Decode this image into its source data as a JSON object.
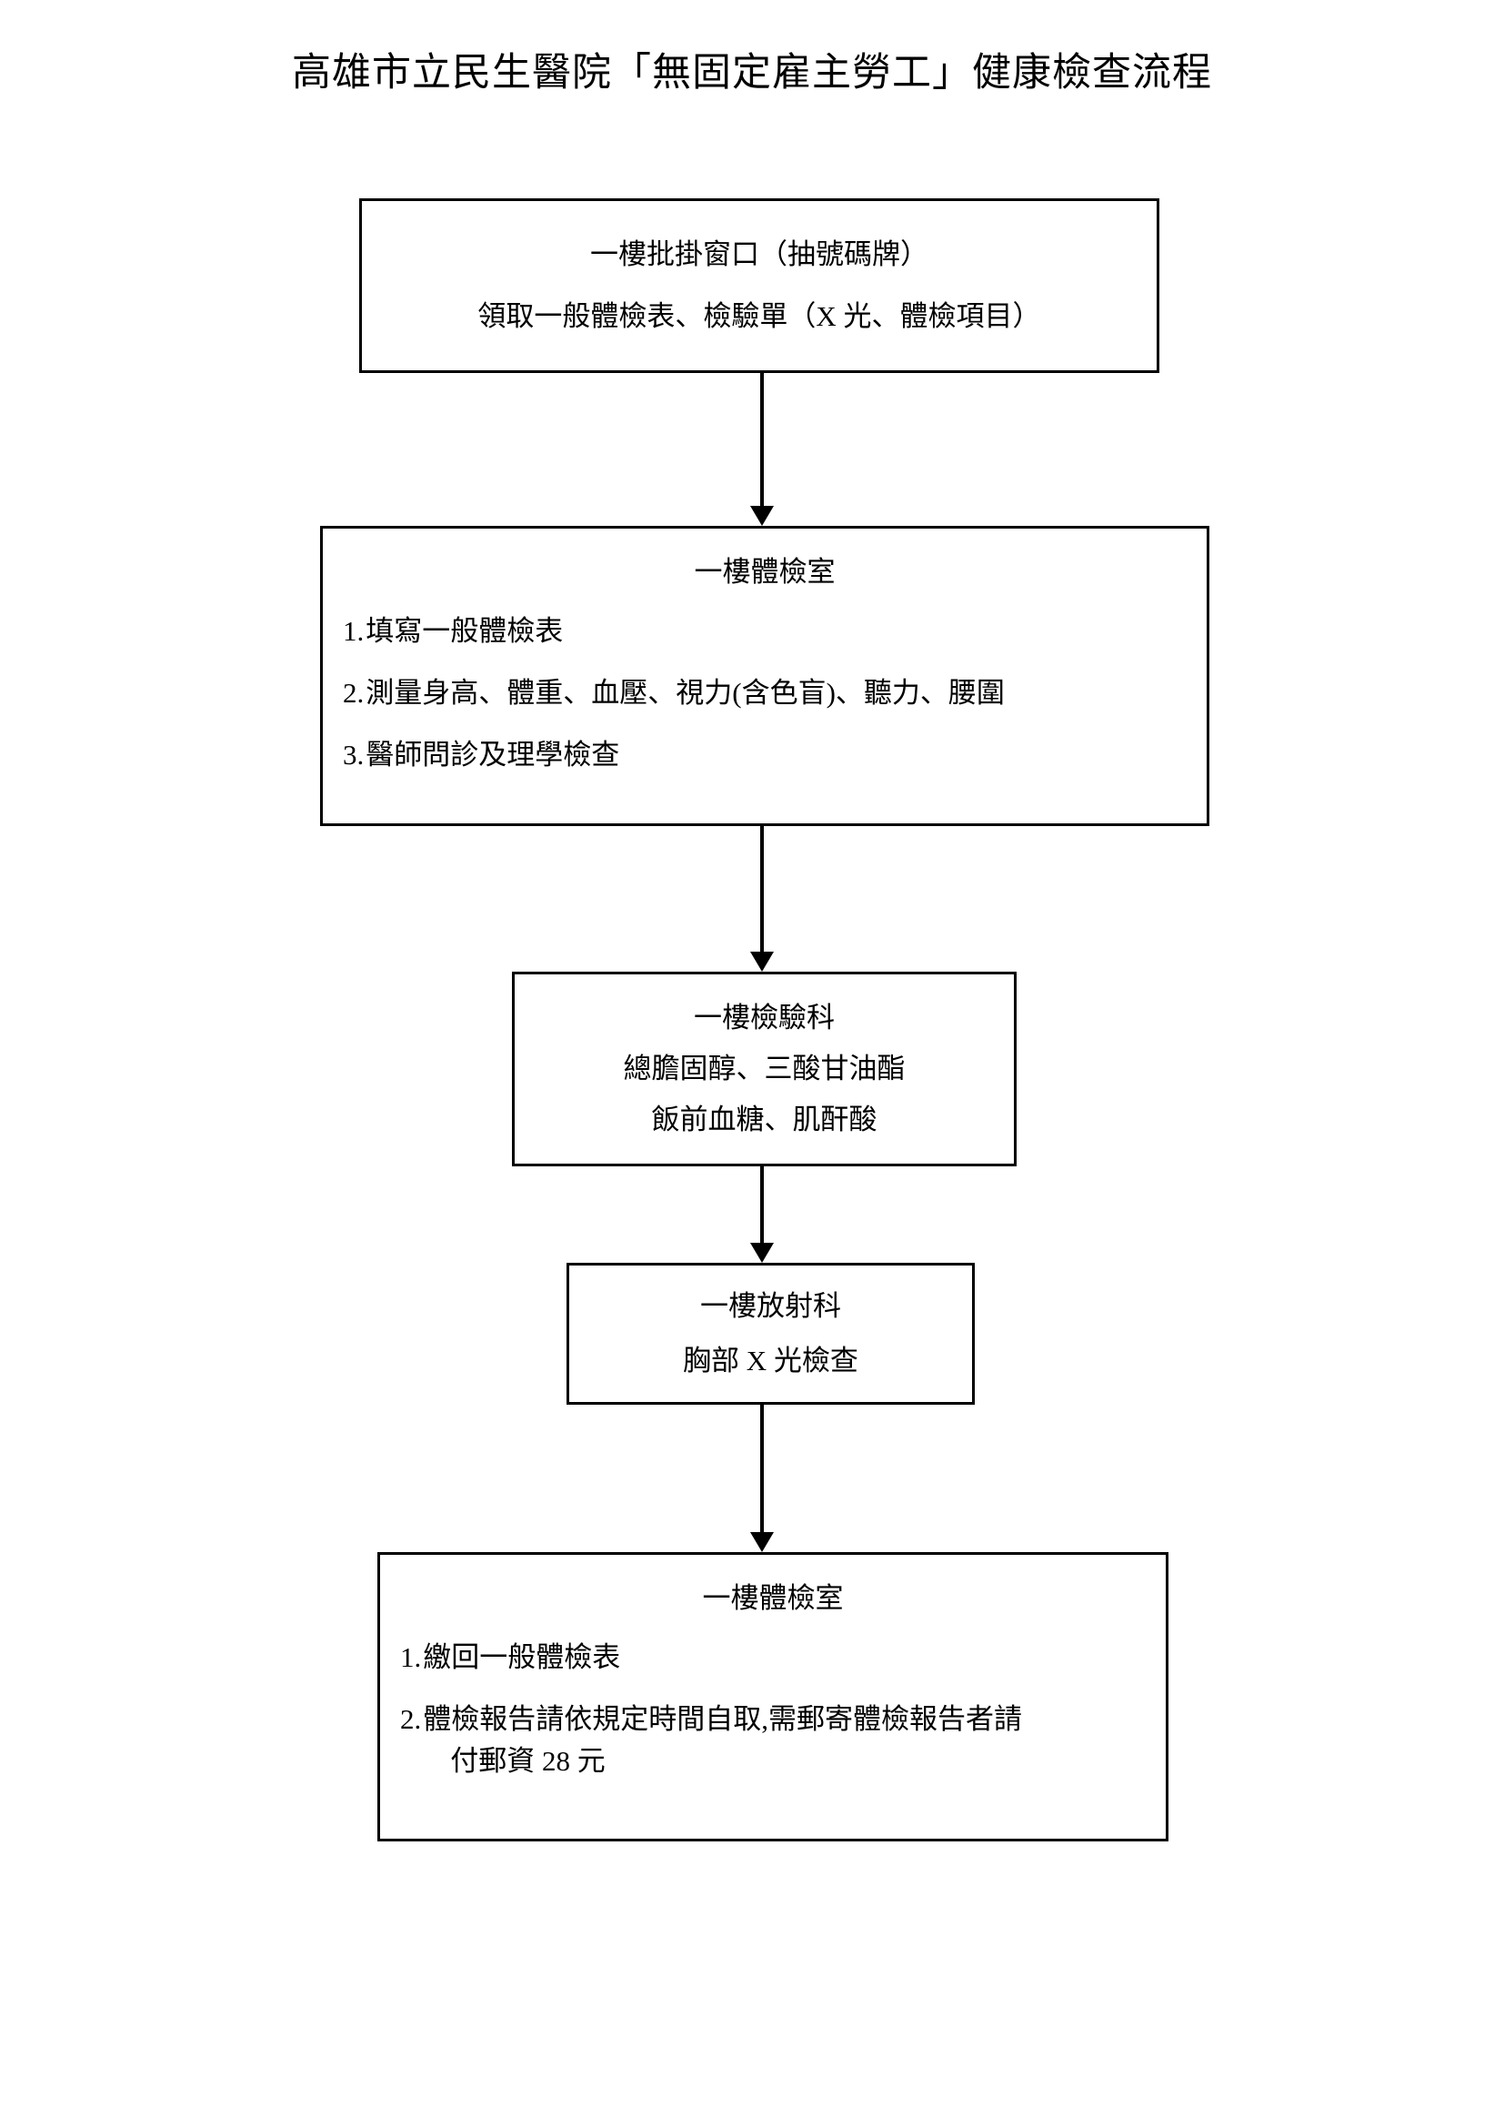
{
  "document": {
    "title": "高雄市立民生醫院「無固定雇主勞工」健康檢查流程"
  },
  "flowchart": {
    "nodes": [
      {
        "id": "node-1",
        "name": "registration-counter",
        "type": "centered",
        "lines": [
          "一樓批掛窗口（抽號碼牌）",
          "領取一般體檢表、檢驗單（X 光、體檢項目）"
        ]
      },
      {
        "id": "node-2",
        "name": "first-floor-exam-room",
        "type": "listed",
        "head": "一樓體檢室",
        "items": [
          {
            "num": "1.",
            "text": "填寫一般體檢表",
            "cont": ""
          },
          {
            "num": "2.",
            "text": "測量身高、體重、血壓、視力(含色盲)、聽力、腰圍",
            "cont": ""
          },
          {
            "num": "3.",
            "text": "醫師問診及理學檢查",
            "cont": ""
          }
        ]
      },
      {
        "id": "node-3",
        "name": "laboratory-department",
        "type": "centered",
        "lines": [
          "一樓檢驗科",
          "總膽固醇、三酸甘油酯",
          "飯前血糖、肌酐酸"
        ]
      },
      {
        "id": "node-4",
        "name": "radiology-department",
        "type": "centered",
        "lines": [
          "一樓放射科",
          "胸部 X 光檢查"
        ]
      },
      {
        "id": "node-5",
        "name": "exam-room-return",
        "type": "listed",
        "head": "一樓體檢室",
        "items": [
          {
            "num": "1.",
            "text": "繳回一般體檢表",
            "cont": ""
          },
          {
            "num": "2.",
            "text": "體檢報告請依規定時間自取,需郵寄體檢報告者請",
            "cont": "付郵資 28 元"
          }
        ]
      }
    ],
    "connectors": [
      {
        "name": "arrow-node1-to-node2"
      },
      {
        "name": "arrow-node2-to-node3"
      },
      {
        "name": "arrow-node3-to-node4"
      },
      {
        "name": "arrow-node4-to-node5"
      }
    ],
    "colors": {
      "stroke": "#000000",
      "background": "#ffffff"
    }
  }
}
